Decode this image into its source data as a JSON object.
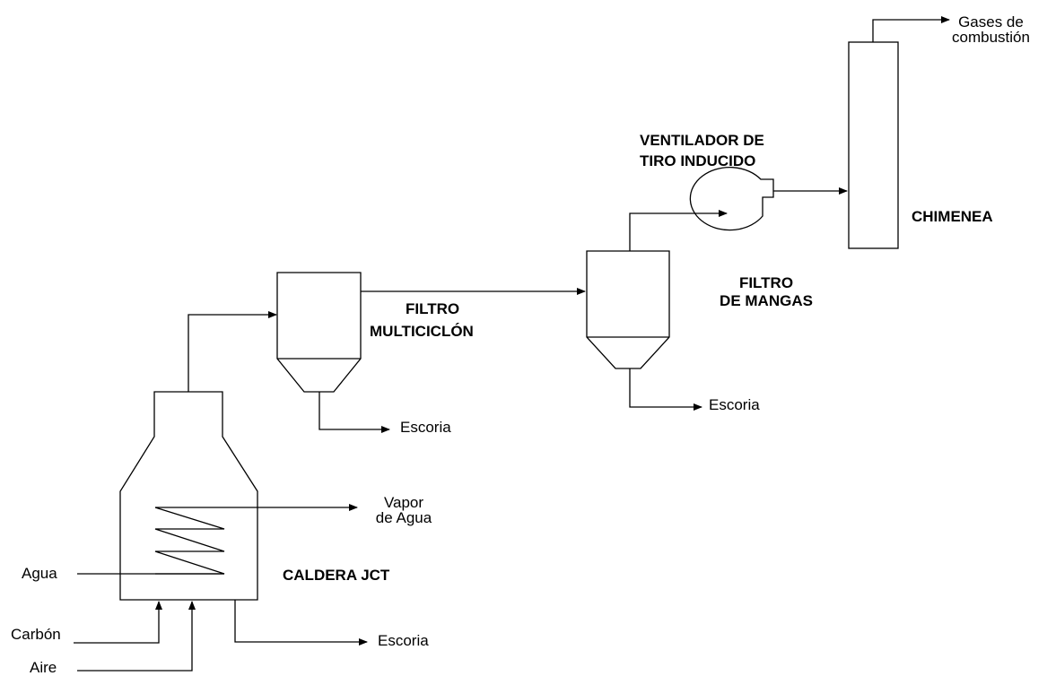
{
  "labels": {
    "gases_line1": "Gases de",
    "gases_line2": "combustión",
    "ventilador_line1": "VENTILADOR DE",
    "ventilador_line2": "TIRO INDUCIDO",
    "chimenea": "CHIMENEA",
    "filtro_mangas_line1": "FILTRO",
    "filtro_mangas_line2": "DE MANGAS",
    "filtro_multi_line1": "FILTRO",
    "filtro_multi_line2": "MULTICICLÓN",
    "escoria_mangas": "Escoria",
    "escoria_multi": "Escoria",
    "escoria_caldera": "Escoria",
    "vapor_line1": "Vapor",
    "vapor_line2": "de Agua",
    "caldera": "CALDERA JCT",
    "agua": "Agua",
    "carbon": "Carbón",
    "aire": "Aire"
  },
  "colors": {
    "line": "#000000",
    "background": "#ffffff"
  }
}
